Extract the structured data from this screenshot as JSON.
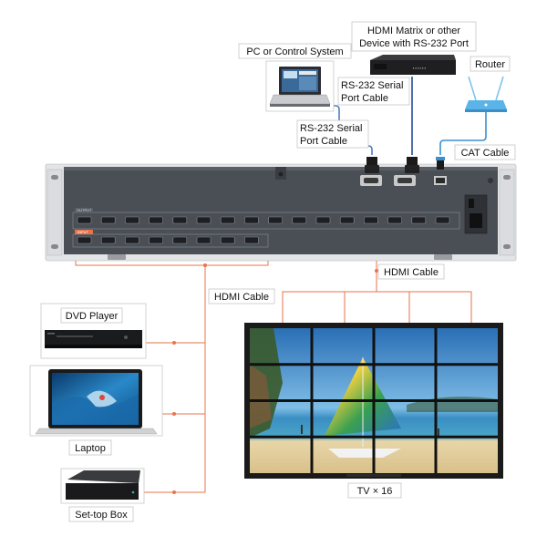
{
  "labels": {
    "pc_control": "PC or Control System",
    "hdmi_matrix_line1": "HDMI Matrix or other",
    "hdmi_matrix_line2": "Device with RS-232 Port",
    "router": "Router",
    "rs232_top_line1": "RS-232 Serial",
    "rs232_top_line2": "Port Cable",
    "rs232_left_line1": "RS-232 Serial",
    "rs232_left_line2": "Port Cable",
    "cat_cable": "CAT Cable",
    "hdmi_cable_right": "HDMI Cable",
    "hdmi_cable_left": "HDMI Cable",
    "dvd_player": "DVD Player",
    "laptop": "Laptop",
    "set_top_box": "Set-top Box",
    "tv_wall": "TV × 16"
  },
  "panel": {
    "output_tag": "OUTPUT",
    "input_tag": "INPUT",
    "output_port_count": 16,
    "input_port_count": 8
  },
  "video_wall": {
    "rows": 4,
    "cols": 4
  },
  "colors": {
    "hdmi_line": "#e8734a",
    "rs232_line": "#4a7fc1",
    "cat_line": "#3a8fd0",
    "device_dark": "#2a2a2a",
    "panel_grey": "#4a4e55",
    "router_blue": "#5ab4e8"
  }
}
